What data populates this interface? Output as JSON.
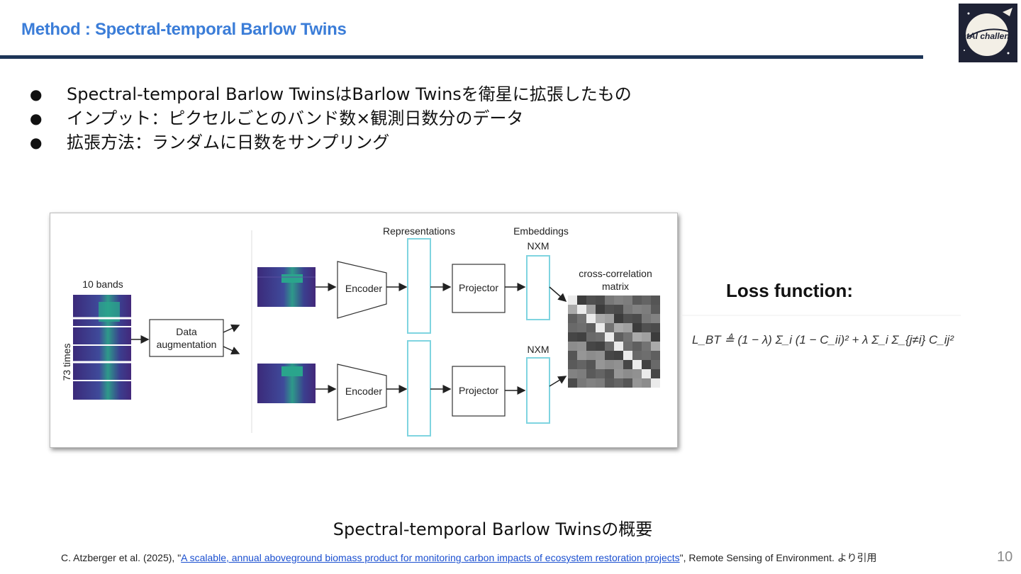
{
  "header": {
    "title": "Method : Spectral-temporal Barlow Twins"
  },
  "logo": {
    "text": "SatAI challenge"
  },
  "bullets": [
    "Spectral-temporal Barlow TwinsはBarlow Twinsを衛星に拡張したもの",
    "インプット：ピクセルごとのバンド数×観測日数分のデータ",
    "拡張方法：ランダムに日数をサンプリング"
  ],
  "bullet_symbol": "●",
  "diagram": {
    "bands_label": "10 bands",
    "times_label": "73 times",
    "augmentation_label_1": "Data",
    "augmentation_label_2": "augmentation",
    "encoder_label": "Encoder",
    "representations_label": "Representations",
    "embeddings_label": "Embeddings",
    "nxm_label": "NXM",
    "projector_label": "Projector",
    "matrix_label_1": "cross-correlation",
    "matrix_label_2": "matrix"
  },
  "loss": {
    "heading": "Loss function:",
    "formula": "L_BT ≜ (1 − λ) Σ_i (1 − C_ii)² + λ Σ_i Σ_{j≠i} C_ij²"
  },
  "caption": "Spectral-temporal Barlow Twinsの概要",
  "footer": {
    "prefix": "C. Atzberger et al. (2025), \"",
    "link_text": "A scalable, annual aboveground biomass product for monitoring carbon impacts of ecosystem restoration projects",
    "suffix": "\", Remote Sensing of Environment. より引用"
  },
  "page_number": "10",
  "colors": {
    "title": "#3b7dd8",
    "rule": "#1d3557",
    "accent_box": "#7fd4e0"
  }
}
